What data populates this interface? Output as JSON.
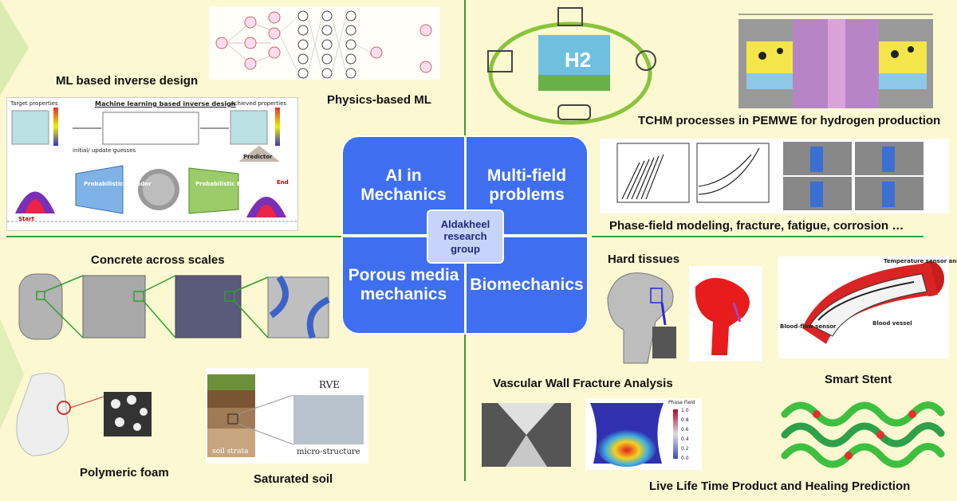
{
  "center": {
    "quadrants": [
      "AI in Mechanics",
      "Multi-field problems",
      "Porous media mechanics",
      "Biomechanics"
    ],
    "group_label": "Aldakheel research group"
  },
  "labels": {
    "ml_inverse": "ML based inverse design",
    "physics_ml": "Physics-based ML",
    "tchm": "TCHM processes in PEMWE for hydrogen production",
    "phase_field": "Phase-field modeling, fracture, fatigue, corrosion …",
    "concrete": "Concrete across scales",
    "hard_tissues": "Hard tissues",
    "smart_stent": "Smart  Stent",
    "vascular": "Vascular Wall Fracture Analysis",
    "polymeric_foam": "Polymeric foam",
    "saturated_soil": "Saturated soil",
    "live_life": "Live Life Time Product and Healing Prediction"
  },
  "ml_panel": {
    "title": "Machine learning based inverse design",
    "target": "Target properties",
    "achieved": "Achieved properties",
    "guesses": "initial/ update guesses",
    "decoder": "Probabilistic Decoder",
    "encoder": "Probabilistic Encoder",
    "predictor": "Predictor",
    "start": "Start",
    "end": "End"
  },
  "soil_panel": {
    "rve": "RVE",
    "strata": "soil strata",
    "micro": "micro-structure"
  },
  "stent_panel": {
    "temp": "Temperature sensor and memory",
    "flow": "Blood-flow sensor",
    "vessel": "Blood vessel"
  },
  "colorbar": {
    "title": "Phase Field",
    "ticks": [
      "1.0",
      "0.8",
      "0.6",
      "0.4",
      "0.2",
      "0.0"
    ]
  },
  "h2": "H2",
  "colors": {
    "quad": "#3f6ff0",
    "bg": "#fbf8d2",
    "separator": "#3c9a3c"
  }
}
